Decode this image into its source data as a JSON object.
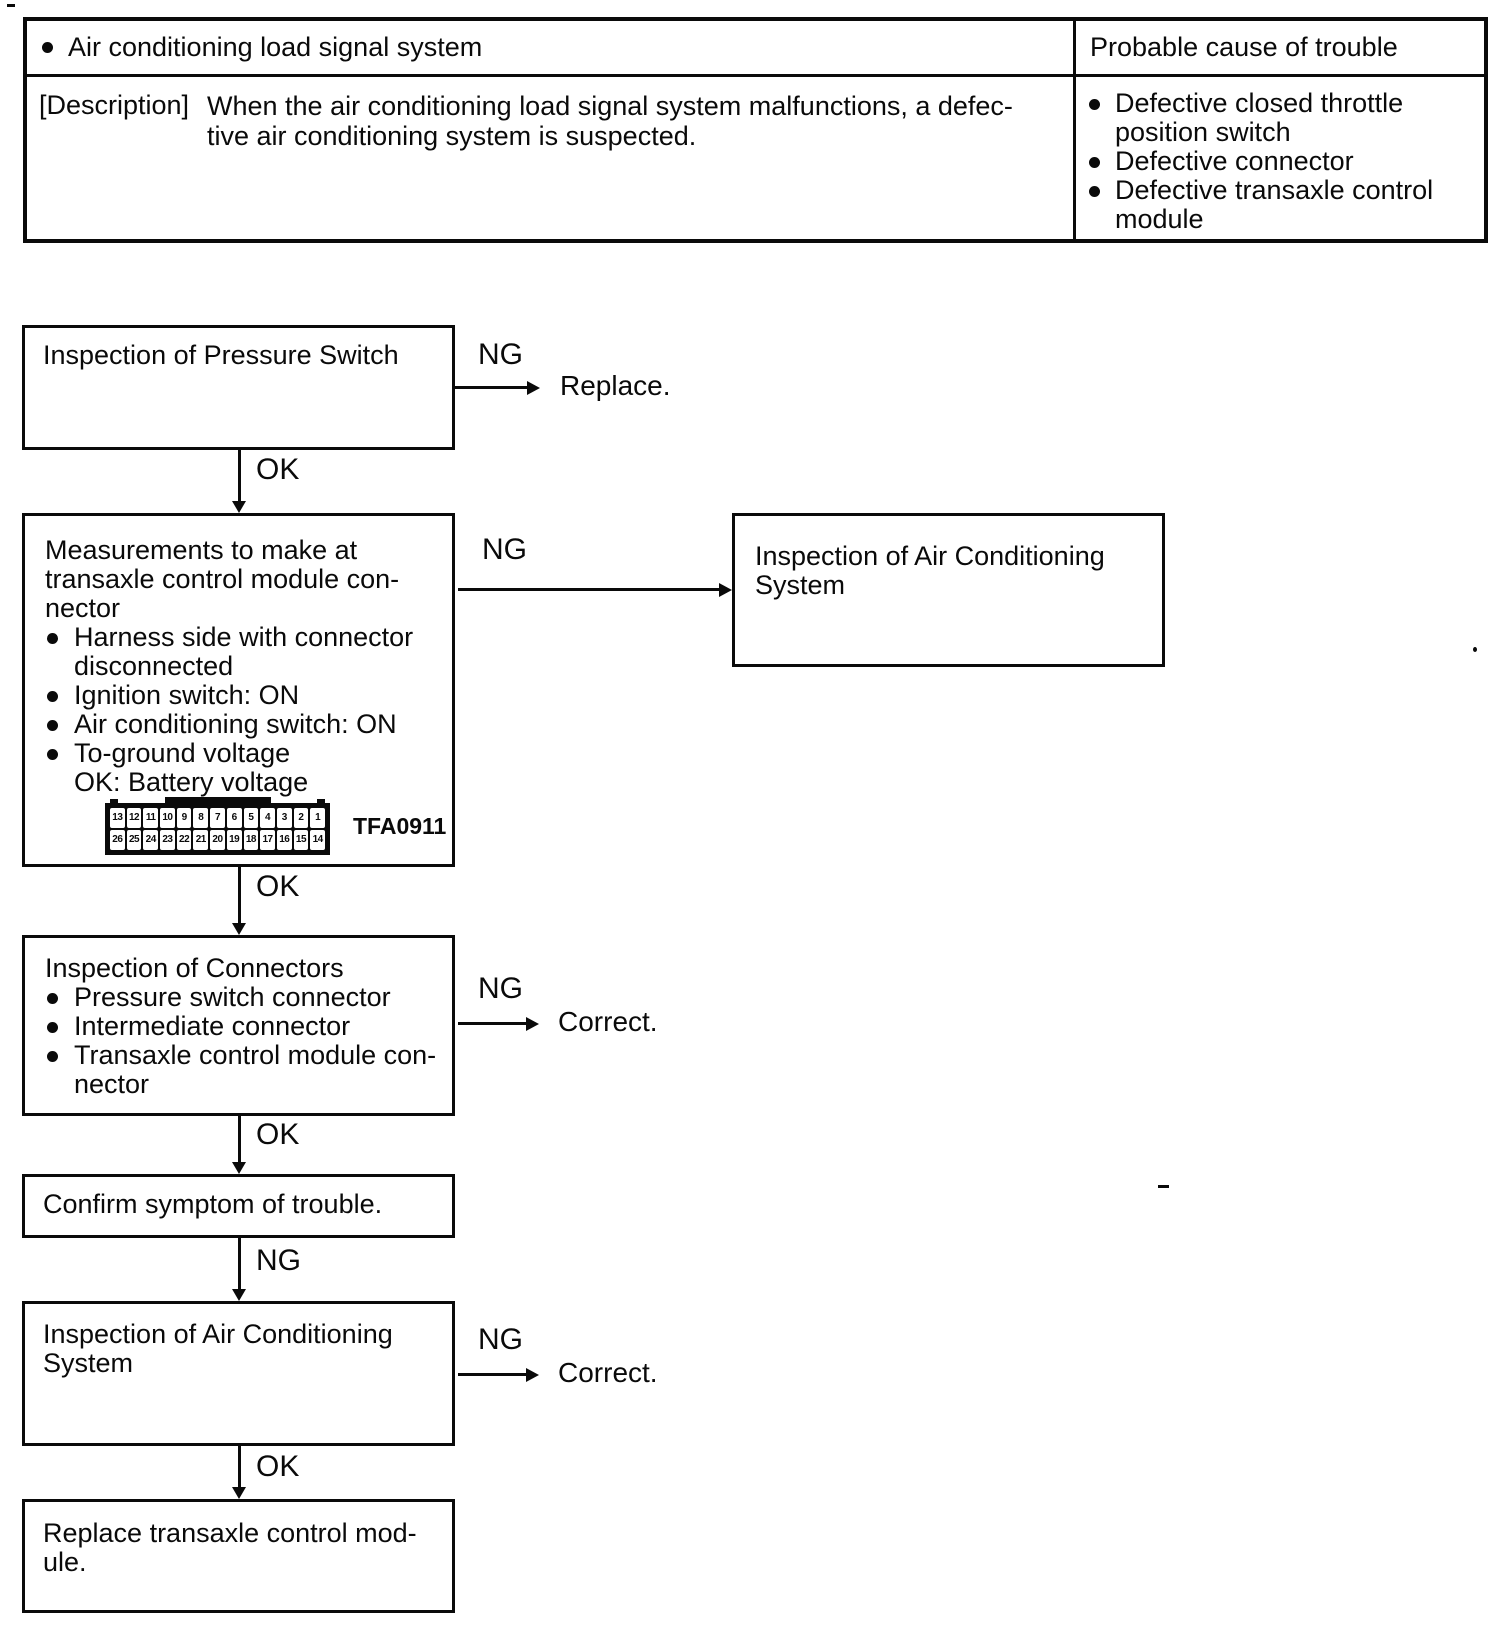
{
  "labels": {
    "ok": "OK",
    "ng": "NG",
    "replace": "Replace.",
    "correct": "Correct."
  },
  "table": {
    "system_title": "Air conditioning load signal system",
    "probable_cause_header": "Probable cause of trouble",
    "description_label": "[Description]",
    "description_lines": [
      "When the air conditioning load signal system malfunctions, a defec-",
      "tive air conditioning system is suspected."
    ],
    "causes": [
      {
        "lines": [
          "Defective closed throttle",
          "position switch"
        ]
      },
      {
        "lines": [
          "Defective connector"
        ]
      },
      {
        "lines": [
          "Defective transaxle control",
          "module"
        ]
      }
    ]
  },
  "flow": {
    "box1": {
      "title": "Inspection of Pressure Switch"
    },
    "box2": {
      "title_lines": [
        "Measurements to make at",
        "transaxle control module con-",
        "nector"
      ],
      "bullets": [
        {
          "lines": [
            "Harness side with connector",
            "disconnected"
          ]
        },
        {
          "lines": [
            "Ignition switch: ON"
          ]
        },
        {
          "lines": [
            "Air conditioning switch: ON"
          ]
        },
        {
          "lines": [
            "To-ground voltage",
            "OK: Battery voltage"
          ]
        }
      ],
      "connector": {
        "pins_top": [
          "13",
          "12",
          "11",
          "10",
          "9",
          "8",
          "7",
          "6",
          "5",
          "4",
          "3",
          "2",
          "1"
        ],
        "pins_bottom": [
          "26",
          "25",
          "24",
          "23",
          "22",
          "21",
          "20",
          "19",
          "18",
          "17",
          "16",
          "15",
          "14"
        ],
        "figure_code": "TFA0911"
      }
    },
    "box3": {
      "title": "Inspection of Connectors",
      "bullets": [
        {
          "lines": [
            "Pressure switch connector"
          ]
        },
        {
          "lines": [
            "Intermediate connector"
          ]
        },
        {
          "lines": [
            "Transaxle control module con-",
            "nector"
          ]
        }
      ]
    },
    "box4": {
      "title": "Confirm symptom of trouble."
    },
    "box5": {
      "title_lines": [
        "Inspection of Air Conditioning",
        "System"
      ]
    },
    "box6": {
      "title_lines": [
        "Replace transaxle control mod-",
        "ule."
      ]
    },
    "right_box": {
      "title_lines": [
        "Inspection of Air Conditioning",
        "System"
      ]
    }
  }
}
